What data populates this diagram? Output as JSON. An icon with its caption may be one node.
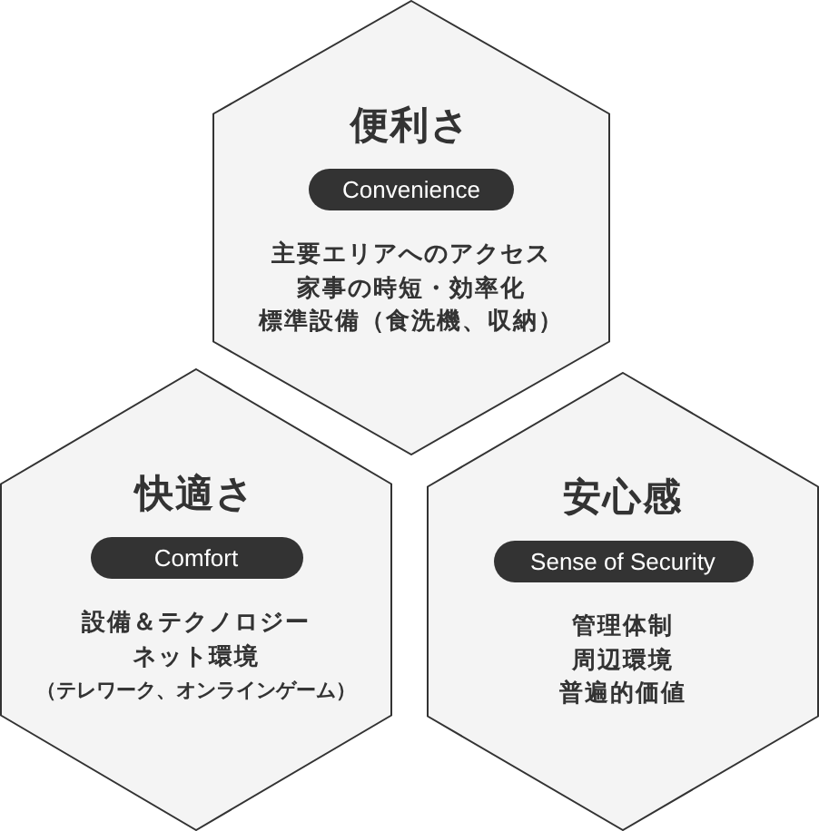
{
  "diagram": {
    "nodes": [
      {
        "text": [
          "便利さ",
          "主要エリアへのアクセス",
          "家事の時短・効率化",
          "標準設備（食洗機、収納）"
        ]
      },
      {
        "text": [
          "Convenience"
        ],
        "in": 0
      },
      {
        "text": [
          "快適さ",
          "設備＆テクノロジー",
          "ネット環境",
          "（テレワーク、オンラインゲーム）"
        ]
      },
      {
        "text": [
          "Comfort"
        ],
        "in": 2
      },
      {
        "text": [
          "安心感",
          "管理体制",
          "周辺環境",
          "普遍的価値"
        ]
      },
      {
        "text": [
          "Sense of Security"
        ],
        "in": 4
      }
    ]
  }
}
